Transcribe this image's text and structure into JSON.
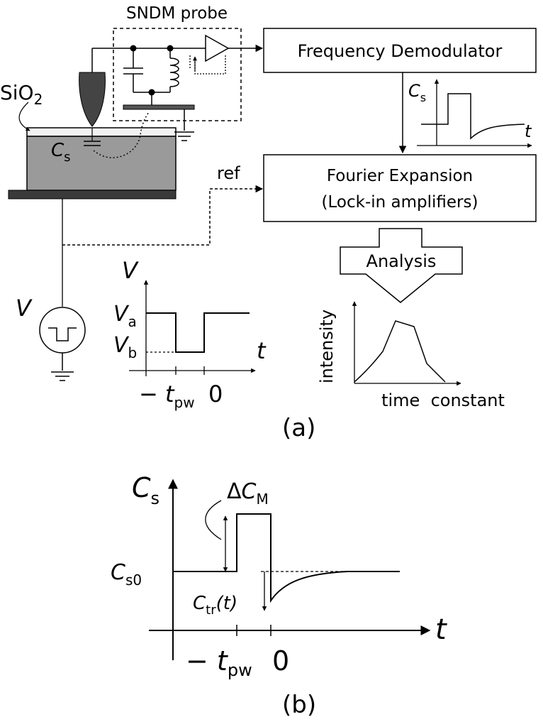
{
  "panel_a": {
    "label": "(a)",
    "probe_title": "SNDM probe",
    "sio2": {
      "base": "SiO",
      "sub": "2"
    },
    "cs_label": {
      "main": "C",
      "sub": "s"
    },
    "ref_label": "ref",
    "boxes": {
      "demodulator": "Frequency Demodulator",
      "fourier_line1": "Fourier Expansion",
      "fourier_line2": "(Lock-in amplifiers)"
    },
    "inset_cs": {
      "ylabel": {
        "main": "C",
        "sub": "s"
      },
      "xlabel": "t"
    },
    "analysis_label": "Analysis",
    "result_plot": {
      "ylabel": "intensity",
      "xlabel": "time  constant"
    },
    "source_label": "V",
    "pulse_plot": {
      "ylabel": "V",
      "xlabel": "t",
      "va": {
        "main": "V",
        "sub": "a"
      },
      "vb": {
        "main": "V",
        "sub": "b"
      },
      "tick_neg": {
        "prefix": "− ",
        "main": "t",
        "sub": "pw"
      },
      "tick_zero": "0"
    }
  },
  "panel_b": {
    "label": "(b)",
    "ylabel": {
      "main": "C",
      "sub": "s"
    },
    "xlabel": "t",
    "delta_cm": {
      "prefix": "Δ",
      "main": "C",
      "sub": "M"
    },
    "cs0": {
      "main": "C",
      "sub": "s0"
    },
    "ctr": {
      "main": "C",
      "sub": "tr",
      "suffix": "(t)"
    },
    "tick_neg": {
      "prefix": "− ",
      "main": "t",
      "sub": "pw"
    },
    "tick_zero": "0"
  }
}
